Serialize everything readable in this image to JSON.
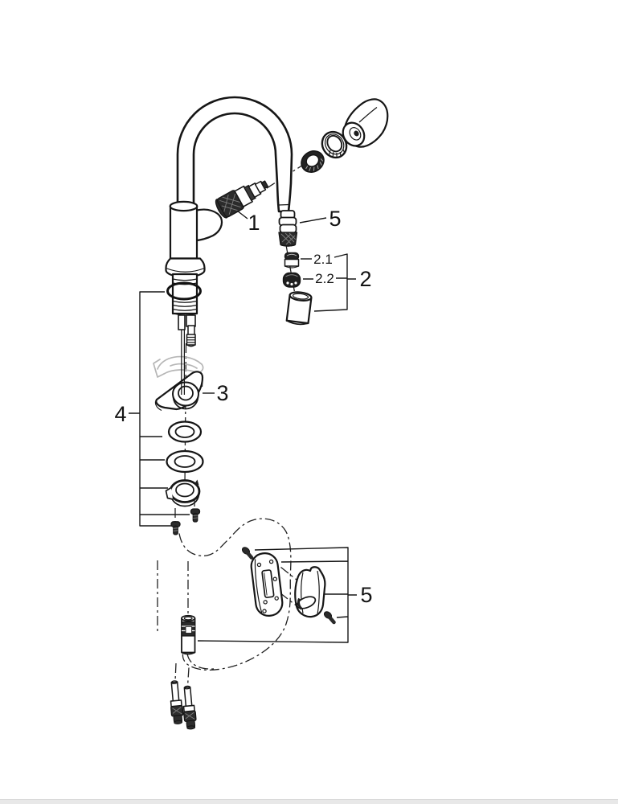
{
  "page": {
    "background": "#ffffff",
    "bottom_bar_color": "#e8e8e8"
  },
  "diagram": {
    "kind": "exploded-parts-diagram",
    "subject": "pull-out spray kitchen faucet exploded view",
    "ink_color": "#1a1a1a",
    "ghost_arrow_color": "#b6b6b6",
    "callouts": {
      "part1": "1",
      "part5_top": "5",
      "part2_1": "2.1",
      "part2_2": "2.2",
      "part2": "2",
      "part3": "3",
      "part4": "4",
      "part5_bottom": "5"
    }
  }
}
